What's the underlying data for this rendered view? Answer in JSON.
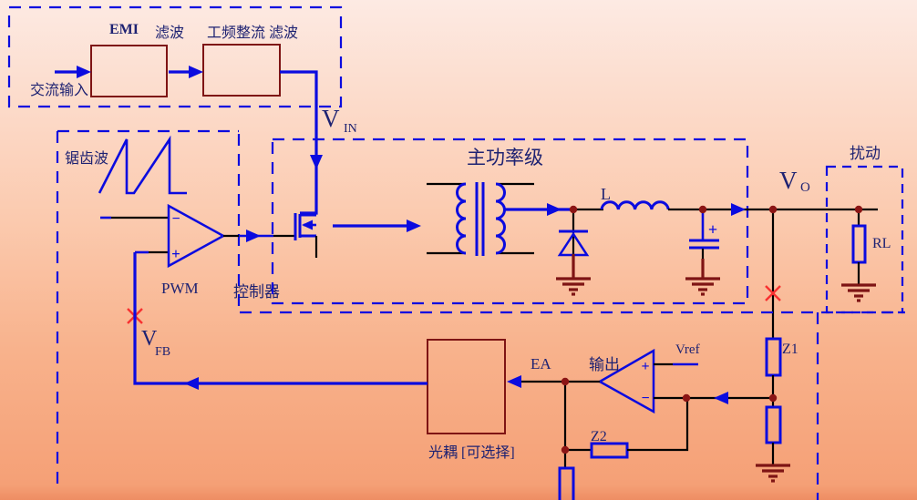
{
  "diagram": {
    "type": "switching-power-supply-feedback-block-diagram",
    "labels": {
      "ac_input": "交流输入",
      "emi": "EMI",
      "filter": "滤波",
      "rectifier": "工频整流 滤波",
      "vin": "V",
      "vin_sub": "IN",
      "sawtooth": "锯齿波",
      "pwm": "PWM",
      "controller": "控制器",
      "power_stage": "主功率级",
      "inductor": "L",
      "vo": "V",
      "vo_sub": "O",
      "disturbance": "扰动",
      "load": "RL",
      "vfb": "V",
      "vfb_sub": "FB",
      "optocoupler": "光耦 [可选择]",
      "ea": "EA",
      "ea_output": "输出",
      "vref": "Vref",
      "z1": "Z1",
      "z2": "Z2"
    },
    "symbols": {
      "plus": "+",
      "minus": "−"
    },
    "colors": {
      "wire_blue": "#0b0bdf",
      "text_navy": "#1e2272",
      "maroon": "#7e1414",
      "node_dot": "#8b1515",
      "cross_red": "#f83030",
      "black": "#000000"
    }
  }
}
